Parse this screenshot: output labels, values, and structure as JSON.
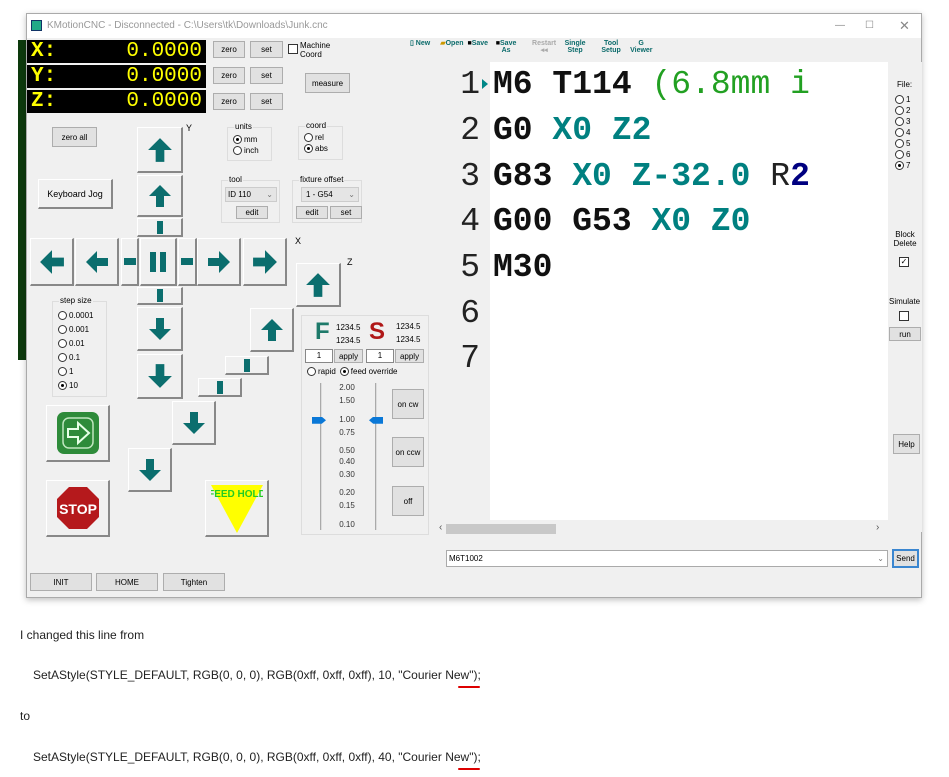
{
  "window": {
    "title": "KMotionCNC - Disconnected - C:\\Users\\tk\\Downloads\\Junk.cnc"
  },
  "dro": [
    {
      "axis": "X:",
      "value": "0.0000"
    },
    {
      "axis": "Y:",
      "value": "0.0000"
    },
    {
      "axis": "Z:",
      "value": "0.0000"
    }
  ],
  "buttons": {
    "zero": "zero",
    "set": "set",
    "machine_coord": "Machine Coord",
    "measure": "measure",
    "zero_all": "zero all",
    "keyboard_jog": "Keyboard Jog",
    "edit": "edit",
    "init": "INIT",
    "home": "HOME",
    "tighten": "Tighten",
    "on_cw": "on cw",
    "on_ccw": "on ccw",
    "off": "off",
    "apply": "apply",
    "send": "Send",
    "run": "run",
    "help": "Help"
  },
  "axis_labels": {
    "y": "Y",
    "x": "X",
    "z": "Z"
  },
  "units": {
    "label": "units",
    "options": [
      "mm",
      "inch"
    ],
    "selected": "mm"
  },
  "coord": {
    "label": "coord",
    "options": [
      "rel",
      "abs"
    ],
    "selected": "abs"
  },
  "tool": {
    "label": "tool",
    "value": "ID 110"
  },
  "fixture": {
    "label": "fixture offset",
    "value": "1 - G54"
  },
  "step_size": {
    "label": "step size",
    "options": [
      "0.0001",
      "0.001",
      "0.01",
      "0.1",
      "1",
      "10"
    ],
    "selected": "10"
  },
  "feed_hold": "FEED HOLD",
  "stop": "STOP",
  "fs": {
    "f": "F",
    "s": "S",
    "f_vals": [
      "1234.5",
      "1234.5"
    ],
    "s_vals": [
      "1234.5",
      "1234.5"
    ],
    "f_input": "1",
    "s_input": "1",
    "rapid": "rapid",
    "feed_override": "feed override",
    "override_selected": "feed override",
    "scale": [
      "2.00",
      "1.50",
      "1.00",
      "0.75",
      "0.50",
      "0.40",
      "0.30",
      "0.20",
      "0.15",
      "0.10"
    ],
    "feed_value": 1.0,
    "spindle_value": 1.0
  },
  "toolbar": {
    "new": "New",
    "open": "Open",
    "save": "Save",
    "save_as": "Save As",
    "restart": "Restart",
    "single_step": "Single Step",
    "tool_setup": "Tool Setup",
    "g_viewer": "G Viewer"
  },
  "editor": {
    "line_numbers": [
      "1",
      "2",
      "3",
      "4",
      "5",
      "6",
      "7"
    ]
  },
  "code": {
    "l1a": "M6 ",
    "l1b": "T114 ",
    "l1c": "(6.8mm i",
    "l2a": "G0 ",
    "l2b": "X0 Z2",
    "l3a": "G83 ",
    "l3b": "X0 Z-32.0 ",
    "l3c": "R",
    "l3d": "2",
    "l4a": "G00 G53 ",
    "l4b": "X0 Z0",
    "l5a": "M30"
  },
  "side": {
    "file_label": "File:",
    "files": [
      "1",
      "2",
      "3",
      "4",
      "5",
      "6",
      "7"
    ],
    "selected_file": "7",
    "block_delete": "Block Delete",
    "block_delete_checked": true,
    "simulate": "Simulate",
    "simulate_checked": false
  },
  "command": {
    "value": "M6T1002"
  },
  "post": {
    "p1": "I changed this line from",
    "code1": "SetAStyle(STYLE_DEFAULT, RGB(0, 0, 0), RGB(0xff, 0xff, 0xff), 10, \"Courier New\");",
    "p2": "to",
    "code2": "SetAStyle(STYLE_DEFAULT, RGB(0, 0, 0), RGB(0xff, 0xff, 0xff), 40, \"Courier New\");"
  }
}
